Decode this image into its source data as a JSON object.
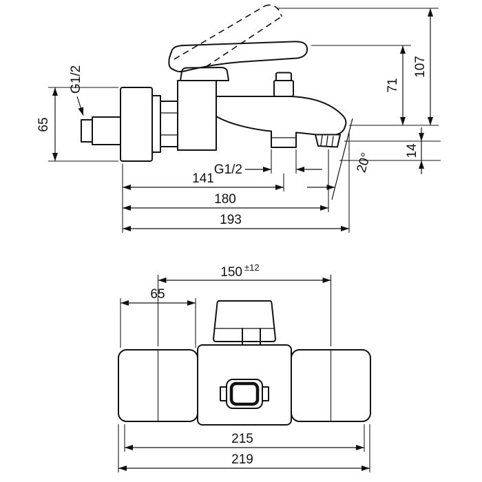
{
  "page": {
    "background": "#ffffff",
    "line_color": "#111111"
  },
  "side_view": {
    "dimensions": {
      "wall_thread": "G1/2",
      "escutcheon_height": "65",
      "handle_height": "71",
      "handle_raised_height": "107",
      "outlet_thread": "G1/2",
      "outlet_center_reach": "141",
      "aerator_reach": "180",
      "total_reach": "193",
      "spout_angle": "20°",
      "outlet_drop": "14"
    }
  },
  "front_view": {
    "dimensions": {
      "connection_spread": "150",
      "connection_tolerance": "±12",
      "escutcheon_width": "65",
      "body_width": "215",
      "total_width": "219"
    }
  }
}
